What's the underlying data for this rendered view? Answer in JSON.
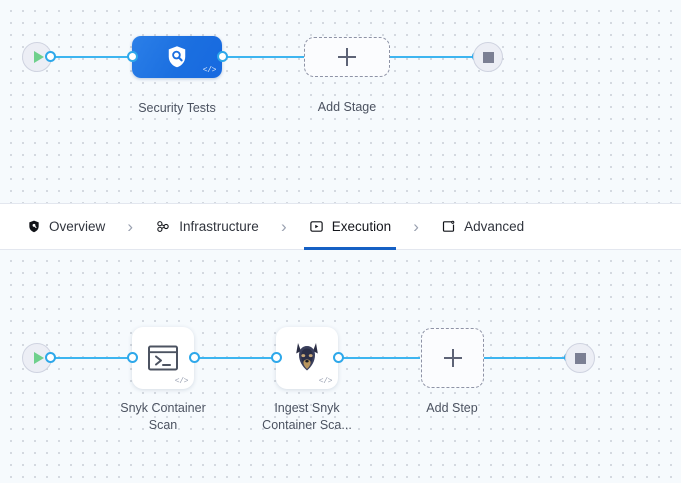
{
  "theme": {
    "canvas_bg": "#f6fafd",
    "grid_dot": "#c9ced6",
    "wire": "#3db5f0",
    "accent": "#1560c4",
    "stage_node_bg": "#1b6fe0",
    "start_play": "#6fd08c",
    "stop_square": "#7b7f93"
  },
  "stage_graph": {
    "start_node": {
      "icon": "play-icon",
      "label": ""
    },
    "nodes": [
      {
        "id": "security-tests",
        "label": "Security Tests",
        "icon": "shield-search-icon",
        "badge": "</>",
        "type": "stage",
        "selected": true
      },
      {
        "id": "add-stage",
        "label": "Add Stage",
        "icon": "plus-icon",
        "type": "add"
      }
    ],
    "end_node": {
      "icon": "stop-icon",
      "label": ""
    }
  },
  "tabs": [
    {
      "id": "overview",
      "label": "Overview",
      "icon": "shield-icon",
      "active": false
    },
    {
      "id": "infrastructure",
      "label": "Infrastructure",
      "icon": "nodes-cluster-icon",
      "active": false
    },
    {
      "id": "execution",
      "label": "Execution",
      "icon": "play-box-icon",
      "active": true
    },
    {
      "id": "advanced",
      "label": "Advanced",
      "icon": "box-gear-icon",
      "active": false
    }
  ],
  "tab_separator": "›",
  "step_graph": {
    "start_node": {
      "icon": "play-icon",
      "label": ""
    },
    "nodes": [
      {
        "id": "snyk-container-scan",
        "label_line1": "Snyk Container",
        "label_line2": "Scan",
        "icon": "terminal-icon",
        "badge": "</>",
        "type": "step"
      },
      {
        "id": "ingest-snyk-container-scan",
        "label_line1": "Ingest Snyk",
        "label_line2": "Container Sca...",
        "icon": "doberman-icon",
        "badge": "</>",
        "type": "step"
      },
      {
        "id": "add-step",
        "label_line1": "Add Step",
        "label_line2": "",
        "icon": "plus-icon",
        "type": "add"
      }
    ],
    "end_node": {
      "icon": "stop-icon",
      "label": ""
    }
  }
}
